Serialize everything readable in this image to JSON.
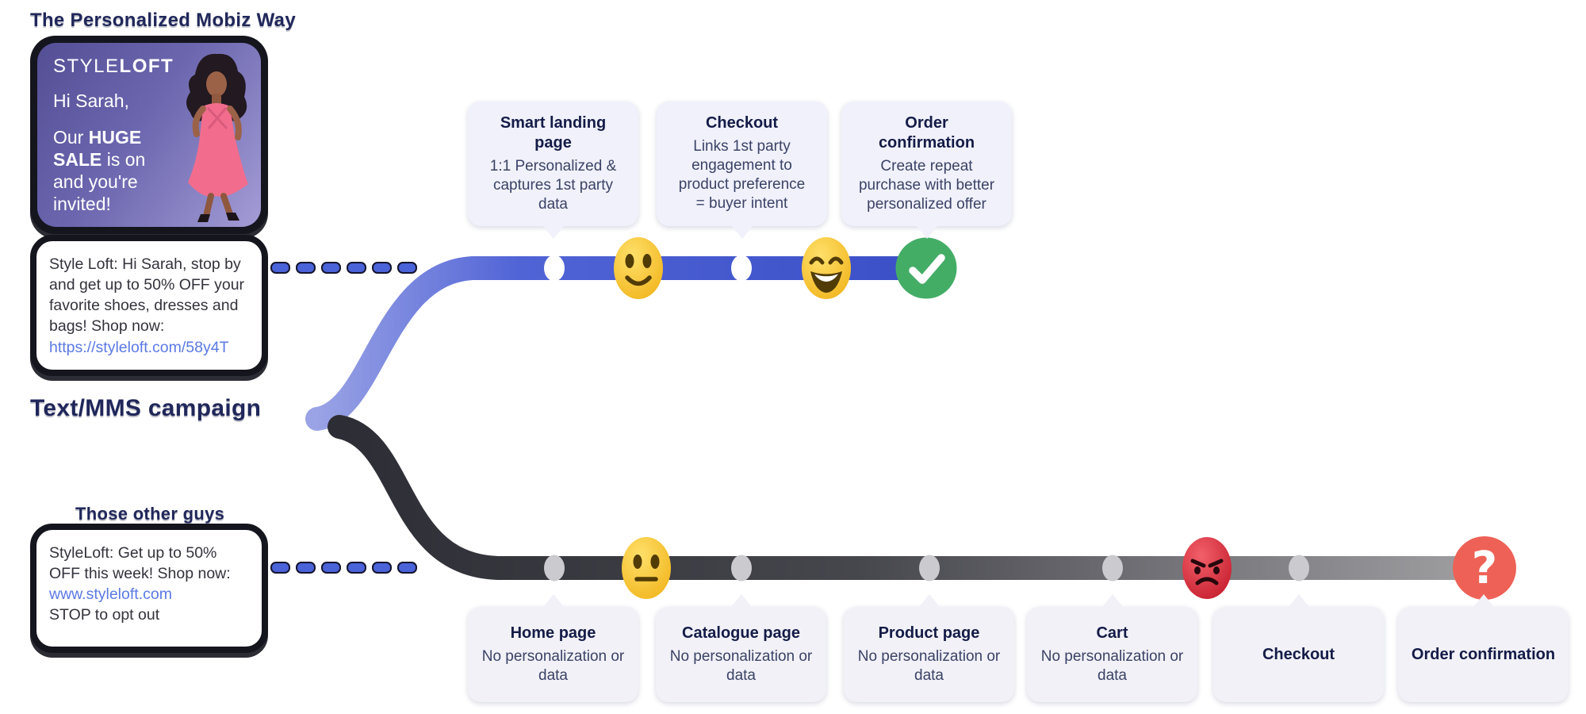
{
  "header": {
    "top_title": "The Personalized Mobiz Way",
    "campaign_label": "Text/MMS campaign",
    "bottom_title": "Those other guys"
  },
  "phone_ad": {
    "brand_light": "STYLE",
    "brand_bold": "LOFT",
    "greeting": "Hi Sarah,",
    "offer_pre": "Our ",
    "offer_bold": "HUGE SALE",
    "offer_post": " is on and you're invited!"
  },
  "messages": {
    "personalized": {
      "body": "Style Loft: Hi Sarah, stop by and get up to 50% OFF your favorite shoes, dresses and bags! Shop now:",
      "link": "https://styleloft.com/58y4T"
    },
    "generic": {
      "body": "StyleLoft: Get up to 50% OFF this week! Shop now:",
      "link": "www.styleloft.com",
      "footer": "STOP to opt out"
    }
  },
  "top_path": {
    "steps": [
      {
        "title": "Smart landing page",
        "body": "1:1 Personalized & captures 1st party data"
      },
      {
        "title": "Checkout",
        "body": "Links 1st party engagement to product preference = buyer intent"
      },
      {
        "title": "Order confirmation",
        "body": "Create repeat purchase with better personalized offer"
      }
    ],
    "markers": [
      "dot",
      "slightly-smiling-emoji",
      "dot",
      "grinning-emoji",
      "check"
    ]
  },
  "bottom_path": {
    "steps": [
      {
        "title": "Home page",
        "body": "No personalization or data"
      },
      {
        "title": "Catalogue page",
        "body": "No personalization or data"
      },
      {
        "title": "Product page",
        "body": "No personalization or data"
      },
      {
        "title": "Cart",
        "body": "No personalization or data"
      },
      {
        "title": "Checkout",
        "body": ""
      },
      {
        "title": "Order confirmation",
        "body": ""
      }
    ],
    "markers": [
      "dot",
      "neutral-emoji",
      "dot",
      "dot",
      "dot",
      "angry-emoji",
      "dot",
      "question-mark"
    ]
  },
  "icons": {
    "question_mark": "?"
  },
  "colors": {
    "navy_title": "#20275a",
    "link_blue": "#5b79e3",
    "band_blue": "#3a50c8",
    "band_gray_dark": "#2d2d35",
    "band_gray_light": "#a0a0a3",
    "success_green": "#43ad66",
    "alert_red": "#ee6156",
    "emoji_yellow": "#f5c332",
    "angry_red": "#c01627",
    "tooltip_bg_top": "#f0f1fb",
    "tooltip_bg_bottom": "#f1f1f7",
    "bubble_border": "#15151e",
    "phone_purple": "#6b66ae"
  }
}
